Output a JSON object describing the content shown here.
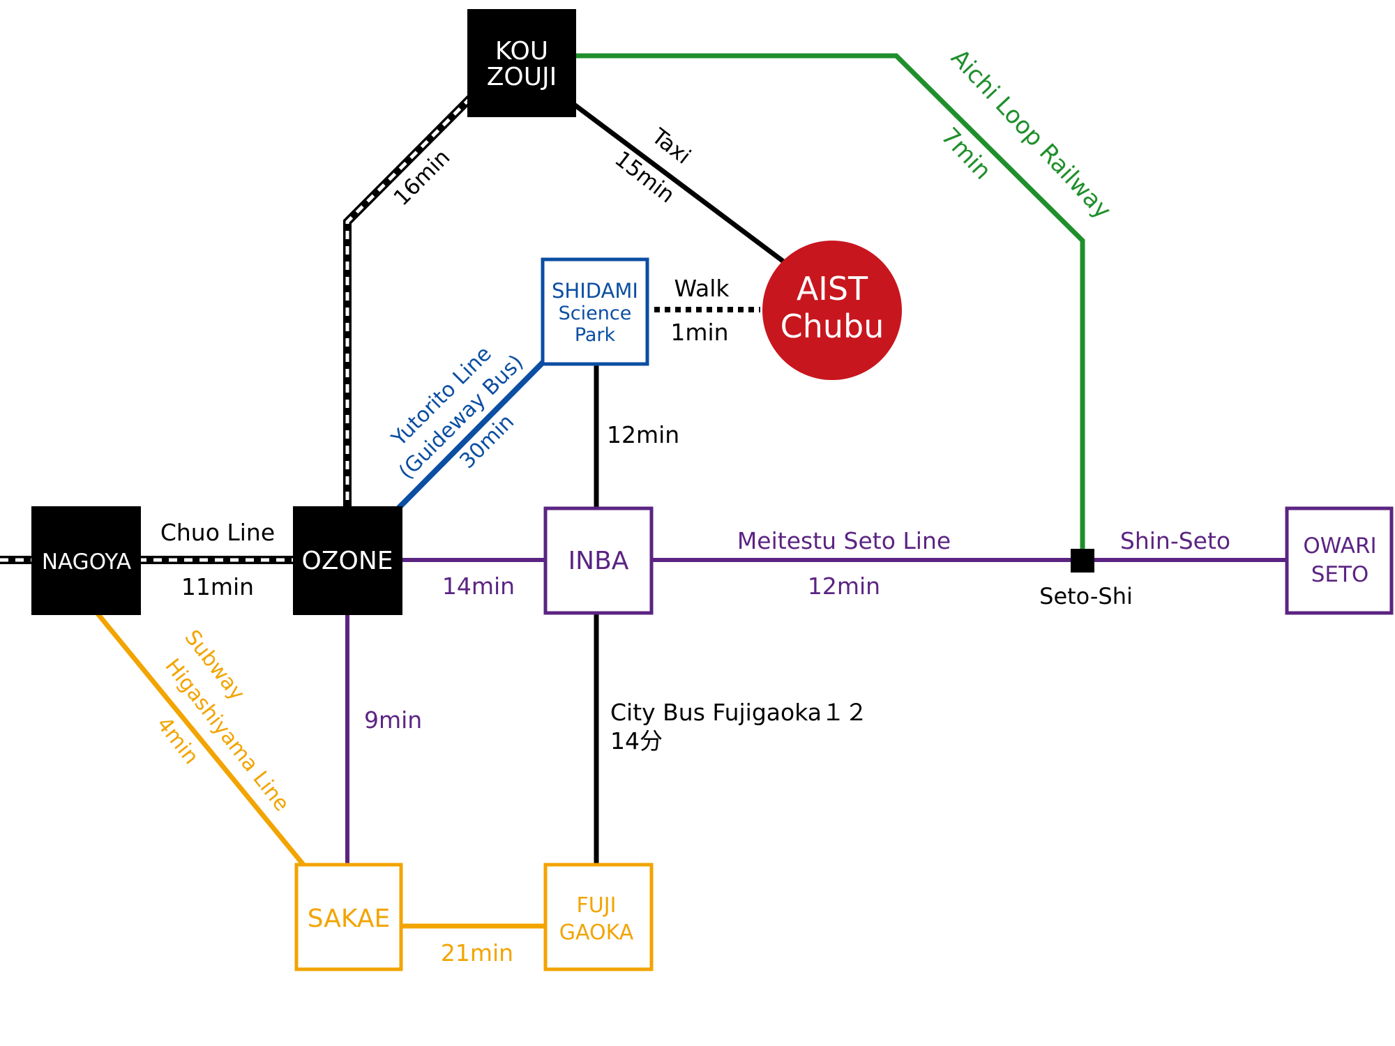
{
  "colors": {
    "black": "#000000",
    "purple": "#5b2482",
    "blue": "#0b4ea2",
    "green": "#1f8f2c",
    "orange": "#f2a400",
    "red": "#c8161e",
    "white": "#ffffff"
  },
  "stations": {
    "kouzouji": {
      "line1": "KOU",
      "line2": "ZOUJI"
    },
    "nagoya": {
      "label": "NAGOYA"
    },
    "ozone": {
      "label": "OZONE"
    },
    "shidami": {
      "line1": "SHIDAMI",
      "line2": "Science",
      "line3": "Park"
    },
    "inba": {
      "label": "INBA"
    },
    "owari_seto": {
      "line1": "OWARI",
      "line2": "SETO"
    },
    "sakae": {
      "label": "SAKAE"
    },
    "fujigaoka": {
      "line1": "FUJI",
      "line2": "GAOKA"
    },
    "seto_shi": {
      "label": "Seto-Shi"
    }
  },
  "destination": {
    "line1": "AIST",
    "line2": "Chubu"
  },
  "routes": {
    "chuo": {
      "name": "Chuo Line",
      "time": "11min"
    },
    "kouzouji_ozone": {
      "time": "16min"
    },
    "taxi": {
      "name": "Taxi",
      "time": "15min"
    },
    "aichi_loop": {
      "name": "Aichi Loop Railway",
      "time": "7min"
    },
    "walk": {
      "name": "Walk",
      "time": "1min"
    },
    "yutorito": {
      "name1": "Yutorito Line",
      "name2": "(Guideway Bus)",
      "time": "30min"
    },
    "shidami_inba": {
      "time": "12min"
    },
    "ozone_inba": {
      "time": "14min"
    },
    "meitetsu": {
      "name": "Meitestu Seto Line",
      "time": "12min"
    },
    "shin_seto": {
      "name": "Shin-Seto"
    },
    "ozone_sakae": {
      "time": "9min"
    },
    "subway": {
      "name1": "Subway",
      "name2": "Higashiyama Line",
      "time": "4min"
    },
    "city_bus": {
      "name": "City Bus Fujigaoka１２",
      "time": "14分"
    },
    "sakae_fujigaoka": {
      "time": "21min"
    }
  }
}
